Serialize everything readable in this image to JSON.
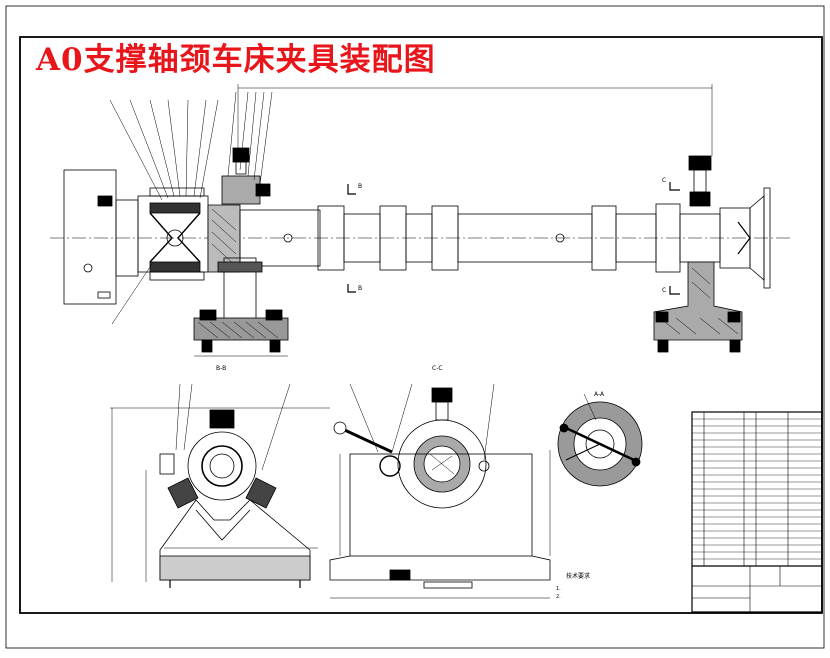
{
  "title": "A0支撑轴颈车床夹具装配图",
  "colors": {
    "title": "#e8161b",
    "ink": "#000000",
    "paper": "#ffffff"
  },
  "views": {
    "section_bb": "B-B",
    "section_cc": "C-C",
    "section_aa": "A-A",
    "cut_b": "B",
    "cut_c": "C"
  },
  "notes": {
    "heading": "技术要求",
    "line1": "1.",
    "line2": "2."
  }
}
